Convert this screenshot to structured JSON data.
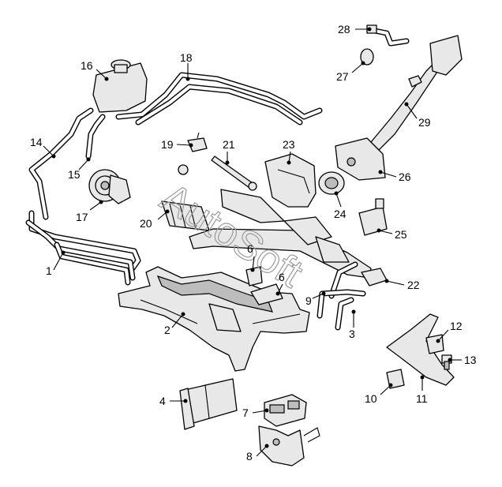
{
  "watermark": "AutoSoft",
  "callouts": [
    {
      "id": "c1",
      "label": "1"
    },
    {
      "id": "c2",
      "label": "2"
    },
    {
      "id": "c3",
      "label": "3"
    },
    {
      "id": "c4",
      "label": "4"
    },
    {
      "id": "c6a",
      "label": "6"
    },
    {
      "id": "c6b",
      "label": "6"
    },
    {
      "id": "c7",
      "label": "7"
    },
    {
      "id": "c8",
      "label": "8"
    },
    {
      "id": "c9",
      "label": "9"
    },
    {
      "id": "c10",
      "label": "10"
    },
    {
      "id": "c11",
      "label": "11"
    },
    {
      "id": "c12",
      "label": "12"
    },
    {
      "id": "c13",
      "label": "13"
    },
    {
      "id": "c14",
      "label": "14"
    },
    {
      "id": "c15",
      "label": "15"
    },
    {
      "id": "c16",
      "label": "16"
    },
    {
      "id": "c17",
      "label": "17"
    },
    {
      "id": "c18",
      "label": "18"
    },
    {
      "id": "c19",
      "label": "19"
    },
    {
      "id": "c20",
      "label": "20"
    },
    {
      "id": "c21",
      "label": "21"
    },
    {
      "id": "c22",
      "label": "22"
    },
    {
      "id": "c23",
      "label": "23"
    },
    {
      "id": "c24",
      "label": "24"
    },
    {
      "id": "c25",
      "label": "25"
    },
    {
      "id": "c26",
      "label": "26"
    },
    {
      "id": "c27",
      "label": "27"
    },
    {
      "id": "c28",
      "label": "28"
    },
    {
      "id": "c29",
      "label": "29"
    }
  ]
}
